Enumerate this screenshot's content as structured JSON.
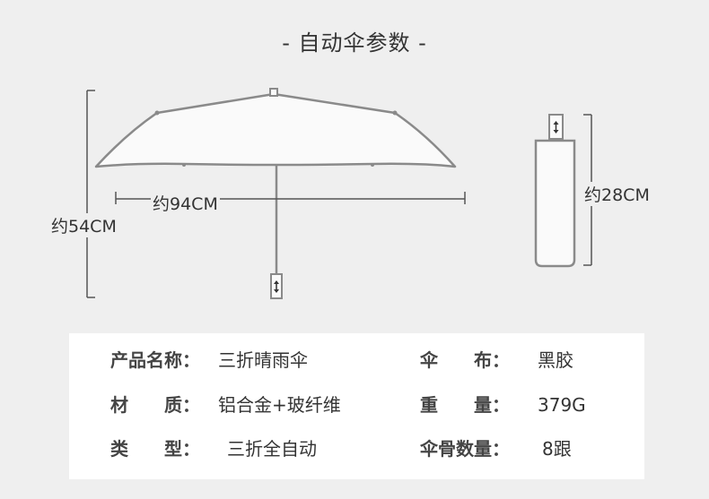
{
  "title": "- 自动伞参数 -",
  "dimensions": {
    "width_open": "约94CM",
    "height_open": "约54CM",
    "length_folded": "约28CM"
  },
  "specs": [
    {
      "left_key": "产品名称：",
      "left_val": "三折晴雨伞",
      "right_key": "伞　　布：",
      "right_val": "黑胶"
    },
    {
      "left_key": "材　　质：",
      "left_val": "铝合金+玻纤维",
      "right_key": "重　　量：",
      "right_val": "379G"
    },
    {
      "left_key": "类　　型：",
      "left_val": "三折全自动",
      "right_key": "伞骨数量：",
      "right_val": "8跟"
    }
  ],
  "colors": {
    "background": "#efefef",
    "panel": "#ffffff",
    "line": "#8a8a8a",
    "text": "#333333"
  }
}
